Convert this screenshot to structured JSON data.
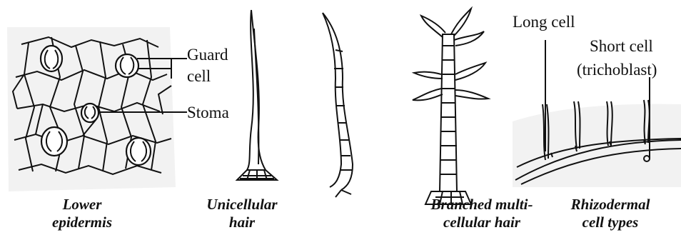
{
  "labels": {
    "guard": "Guard",
    "cell": "cell",
    "stoma": "Stoma",
    "long_cell": "Long cell",
    "short_cell": "Short cell",
    "trichoblast": "(trichoblast)"
  },
  "captions": {
    "lower_epidermis": [
      "Lower",
      "epidermis"
    ],
    "unicellular_hair": [
      "Unicellular",
      "hair"
    ],
    "branched_hair": [
      "Branched multi-",
      "cellular hair"
    ],
    "rhizodermal": [
      "Rhizodermal",
      "cell types"
    ]
  }
}
